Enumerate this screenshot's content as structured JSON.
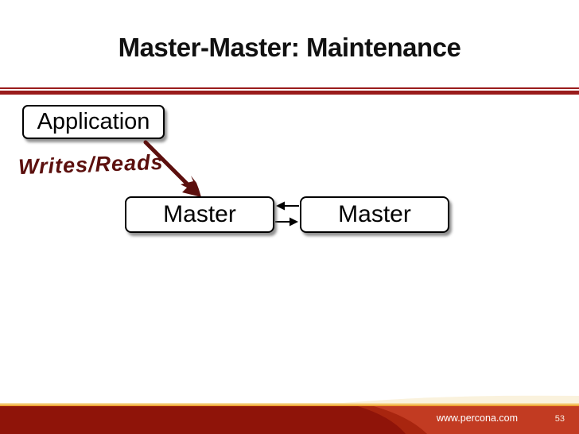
{
  "slide": {
    "title": "Master-Master: Maintenance",
    "footer": {
      "url": "www.percona.com",
      "page_number": "53"
    }
  },
  "diagram": {
    "application_label": "Application",
    "writes_reads_label": "Writes/Reads",
    "master_left_label": "Master",
    "master_right_label": "Master"
  },
  "colors": {
    "title_text": "#111111",
    "divider_maroon": "#9a1b1b",
    "handwriting_maroon": "#5c100e",
    "footer_dark_red": "#8f1409",
    "footer_mid_red": "#a8250f",
    "footer_light_red": "#c23b22",
    "footer_orange_line": "#ec9414"
  }
}
